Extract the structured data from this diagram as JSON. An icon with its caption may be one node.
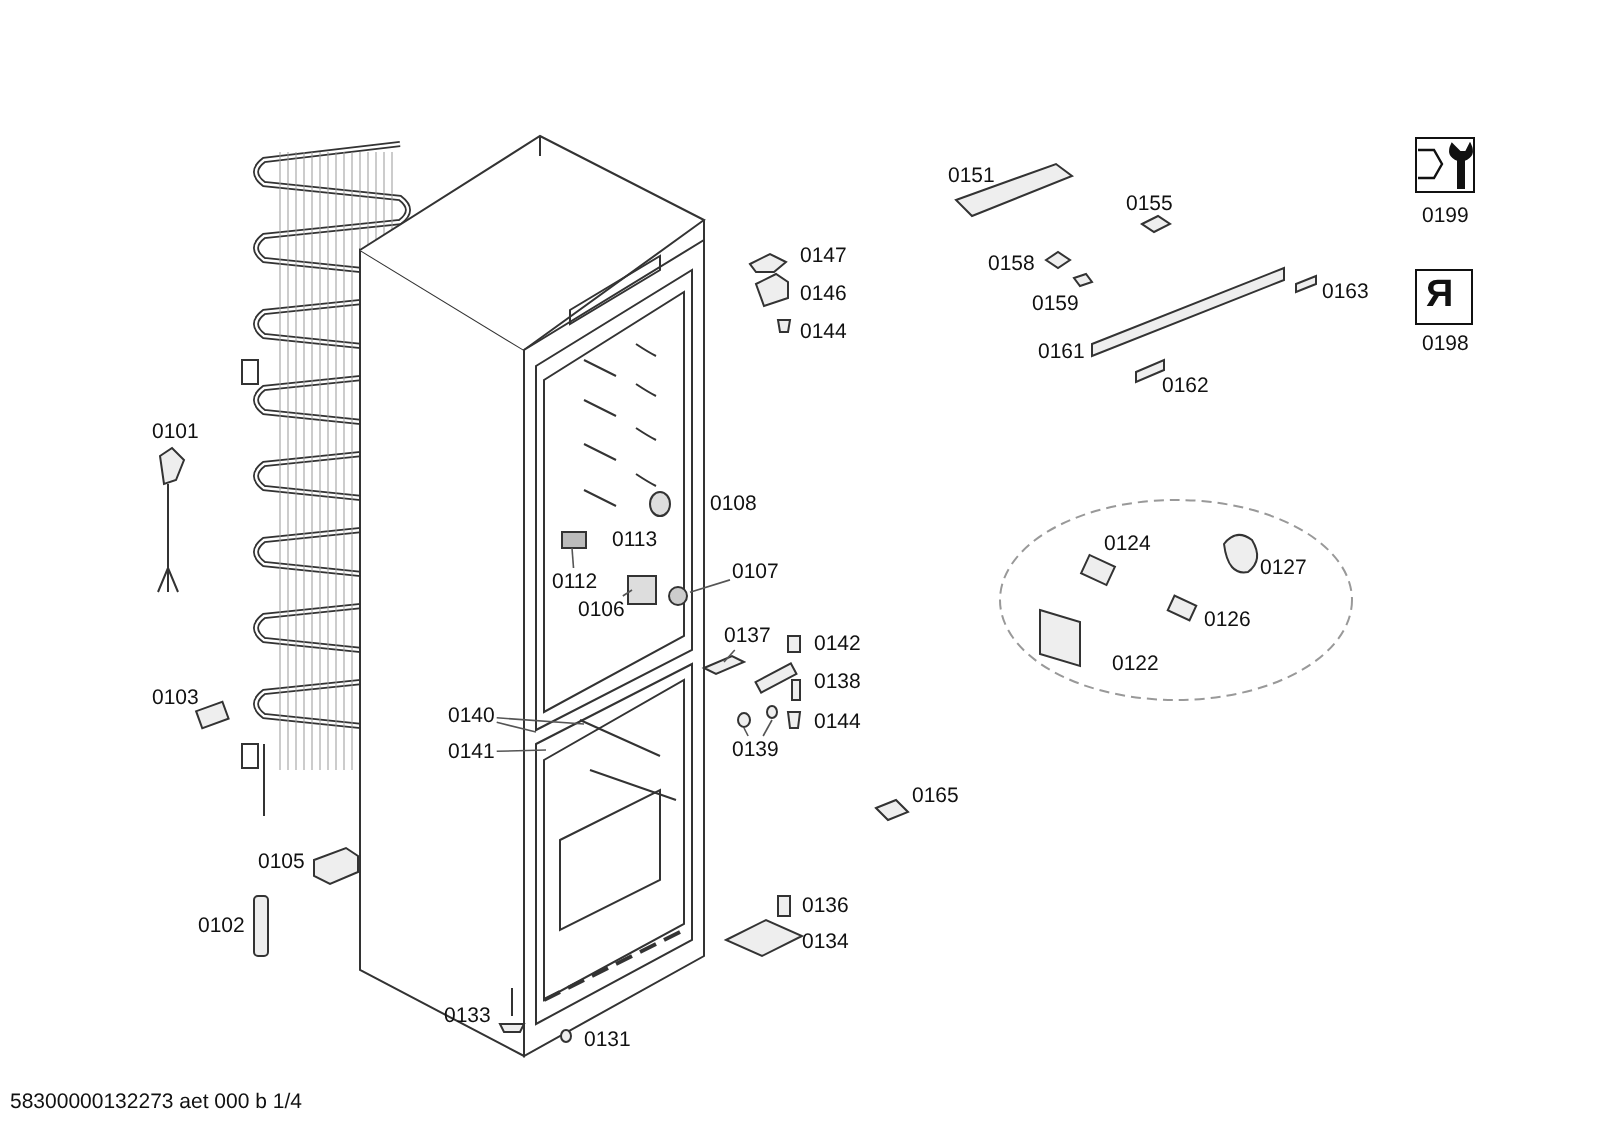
{
  "diagram": {
    "nodes": [
      {
        "text": [
          "0112"
        ]
      },
      {
        "text": [
          "0106"
        ]
      },
      {
        "text": [
          "0107"
        ]
      },
      {
        "text": [
          "0140"
        ]
      },
      {
        "text": [
          "0141"
        ]
      },
      {
        "text": [
          "0137"
        ]
      },
      {
        "text": [
          "0139"
        ]
      },
      {
        "text": [],
        "shape": "circle"
      }
    ],
    "edges": [
      {
        "from": 0,
        "to": null,
        "arrow": "none"
      },
      {
        "from": 1,
        "to": null,
        "arrow": "none"
      },
      {
        "from": 2,
        "to": 7,
        "arrow": "none"
      },
      {
        "from": 3,
        "to": null,
        "arrow": "none"
      },
      {
        "from": 3,
        "to": null,
        "arrow": "none"
      },
      {
        "from": 4,
        "to": null,
        "arrow": "none"
      },
      {
        "from": 5,
        "to": null,
        "arrow": "none"
      },
      {
        "from": 6,
        "to": null,
        "arrow": "none"
      },
      {
        "from": 6,
        "to": null,
        "arrow": "none"
      }
    ],
    "labels": [
      "0151",
      "0199",
      "0155",
      "0147",
      "0158",
      "0146",
      "0159",
      "0144",
      "0163",
      "0161",
      "0198",
      "Я",
      "0162",
      "0101",
      "0108",
      "0113",
      "0124",
      "0127",
      "0142",
      "0126",
      "0138",
      "0103",
      "0122",
      "0144",
      "0165",
      "0105",
      "0136",
      "0102",
      "0134",
      "0131",
      "0133",
      "58300000132273 aet 000 b 1/4"
    ]
  }
}
